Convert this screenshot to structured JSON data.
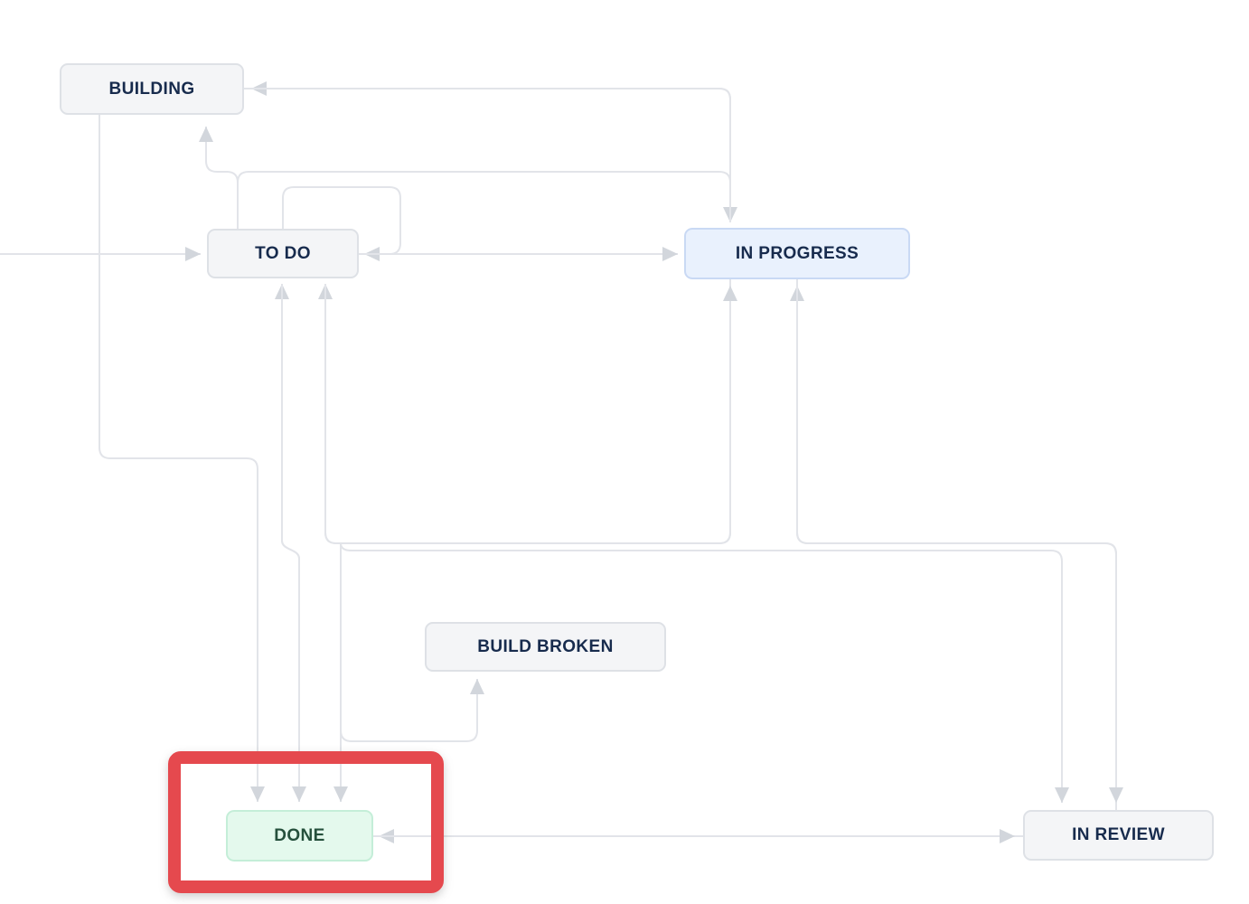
{
  "diagram": {
    "background": "#ffffff",
    "connector_color": "#e2e4e9",
    "arrowhead_color": "#d2d6dc",
    "nodes": [
      {
        "id": "building",
        "label": "BUILDING",
        "kind": "gray"
      },
      {
        "id": "to-do",
        "label": "TO DO",
        "kind": "gray"
      },
      {
        "id": "in-progress",
        "label": "IN PROGRESS",
        "kind": "blue"
      },
      {
        "id": "build-broken",
        "label": "BUILD BROKEN",
        "kind": "gray"
      },
      {
        "id": "done",
        "label": "DONE",
        "kind": "green"
      },
      {
        "id": "in-review",
        "label": "IN REVIEW",
        "kind": "gray"
      }
    ],
    "styles": {
      "gray": {
        "bg": "#f4f5f7",
        "border": "#dee1e6",
        "text": "#172b4d"
      },
      "blue": {
        "bg": "#e9f1fd",
        "border": "#c9d9f4",
        "text": "#172b4d"
      },
      "green": {
        "bg": "#e4f9ed",
        "border": "#c4eed8",
        "text": "#25503c"
      }
    },
    "highlight": {
      "shape": "rectangle",
      "color": "#e5494e",
      "around": "done"
    },
    "edges": [
      {
        "into": "to-do",
        "side": "left",
        "from": "offscreen-left"
      },
      {
        "into": "to-do",
        "side": "right",
        "from": "self-loop-above"
      },
      {
        "into": "to-do",
        "side": "bottom",
        "from": "lower-channels",
        "arrow_count": 2
      },
      {
        "into": "building",
        "side": "right",
        "from": "in-progress-channel"
      },
      {
        "into": "building",
        "side": "bottom",
        "from": "to-do-channel"
      },
      {
        "into": "in-progress",
        "side": "left",
        "from": "to-do"
      },
      {
        "into": "in-progress",
        "side": "top",
        "from": "upper-channel"
      },
      {
        "into": "in-progress",
        "side": "bottom",
        "from": "lower-channels",
        "arrow_count": 2
      },
      {
        "into": "build-broken",
        "side": "bottom",
        "from": "done-channel"
      },
      {
        "into": "done",
        "side": "top",
        "from": "upper-channels",
        "arrow_count": 3
      },
      {
        "into": "done",
        "side": "right",
        "from": "in-review"
      },
      {
        "into": "in-review",
        "side": "top",
        "from": "upper-channels",
        "arrow_count": 2
      },
      {
        "into": "in-review",
        "side": "left",
        "from": "done"
      }
    ]
  }
}
